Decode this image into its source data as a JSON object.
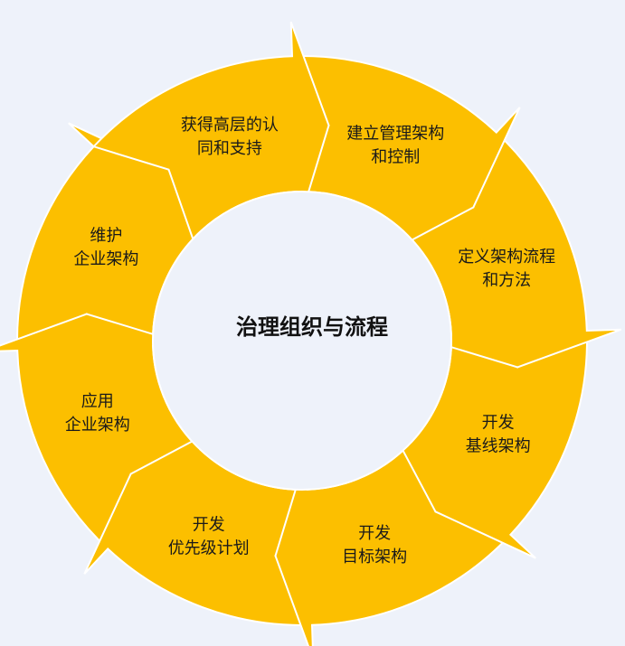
{
  "center": {
    "label": "治理组织与流程"
  },
  "colors": {
    "segment": "#fcbf00",
    "background": "#eef2fa",
    "border": "#ffffff",
    "text": "#1a1a1a"
  },
  "steps": [
    {
      "id": "gain-support",
      "lines": [
        "获得高层的认",
        "同和支持"
      ]
    },
    {
      "id": "build-management",
      "lines": [
        "建立管理架构",
        "和控制"
      ]
    },
    {
      "id": "define-process",
      "lines": [
        "定义架构流程",
        "和方法"
      ]
    },
    {
      "id": "develop-baseline",
      "lines": [
        "开发",
        "基线架构"
      ]
    },
    {
      "id": "develop-target",
      "lines": [
        "开发",
        "目标架构"
      ]
    },
    {
      "id": "develop-plan",
      "lines": [
        "开发",
        "优先级计划"
      ]
    },
    {
      "id": "apply-architecture",
      "lines": [
        "应用",
        "企业架构"
      ]
    },
    {
      "id": "maintain-architecture",
      "lines": [
        "维护",
        "企业架构"
      ]
    }
  ]
}
